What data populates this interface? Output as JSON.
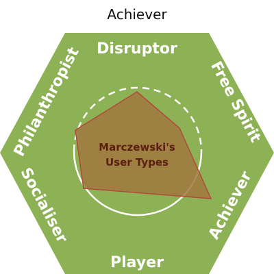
{
  "caption": "Achiever",
  "diagram": {
    "center_title_line1": "Marczewski's",
    "center_title_line2": "User Types",
    "sides": {
      "top": "Disruptor",
      "top_right": "Free Spirit",
      "bottom_right": "Achiever",
      "bottom": "Player",
      "bottom_left": "Socialiser",
      "top_left": "Philanthropist"
    },
    "colors": {
      "hexagon": "#8DB155",
      "side_text": "#ffffff",
      "polygon_fill": "#A07840",
      "polygon_stroke": "#B24A3A",
      "center_text": "#5C1F12",
      "circle": "#ffffff"
    }
  }
}
